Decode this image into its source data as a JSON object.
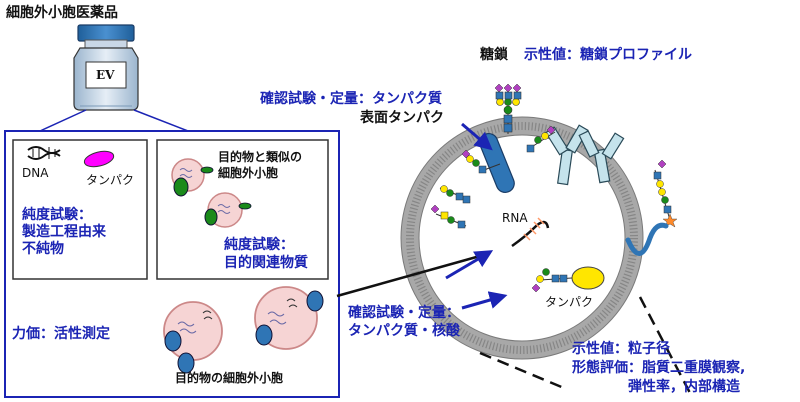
{
  "title": "細胞外小胞医薬品",
  "vial_label": "EV",
  "left_panel": {
    "dna_label": "DNA",
    "protein_label": "タンパク",
    "purity_test_lines": [
      "純度試験：",
      "製造工程由来",
      "不純物"
    ],
    "similar_lines": [
      "目的物と類似の",
      "細胞外小胞"
    ],
    "related_test_lines": [
      "純度試験：",
      "目的関連物質"
    ],
    "potency_label": "力価：活性測定",
    "target_ev_label": "目的物の細胞外小胞"
  },
  "right_panel": {
    "glycan_label": "糖鎖",
    "glycan_indicator": "示性値：糖鎖プロファイル",
    "confirm_protein": "確認試験・定量：タンパク質",
    "surface_protein": "表面タンパク",
    "rna_label": "RNA",
    "inner_protein_label": "タンパク",
    "confirm_lines": [
      "確認試験・定量：",
      "タンパク質・核酸"
    ],
    "indicator_lines": [
      "示性値：粒子径",
      "形態評価：脂質二重膜観察,",
      "弾性率，内部構造"
    ]
  },
  "colors": {
    "text_blue": "#1b24b4",
    "membrane_gray": "#a8a8a8",
    "vesicle_pink": "#f4c4c4",
    "cap_blue": "#2f75b5",
    "protein_magenta": "#ff00ff",
    "green": "#1a8a1a",
    "yellow": "#ffe600",
    "antibody": "#c5e3ec"
  }
}
